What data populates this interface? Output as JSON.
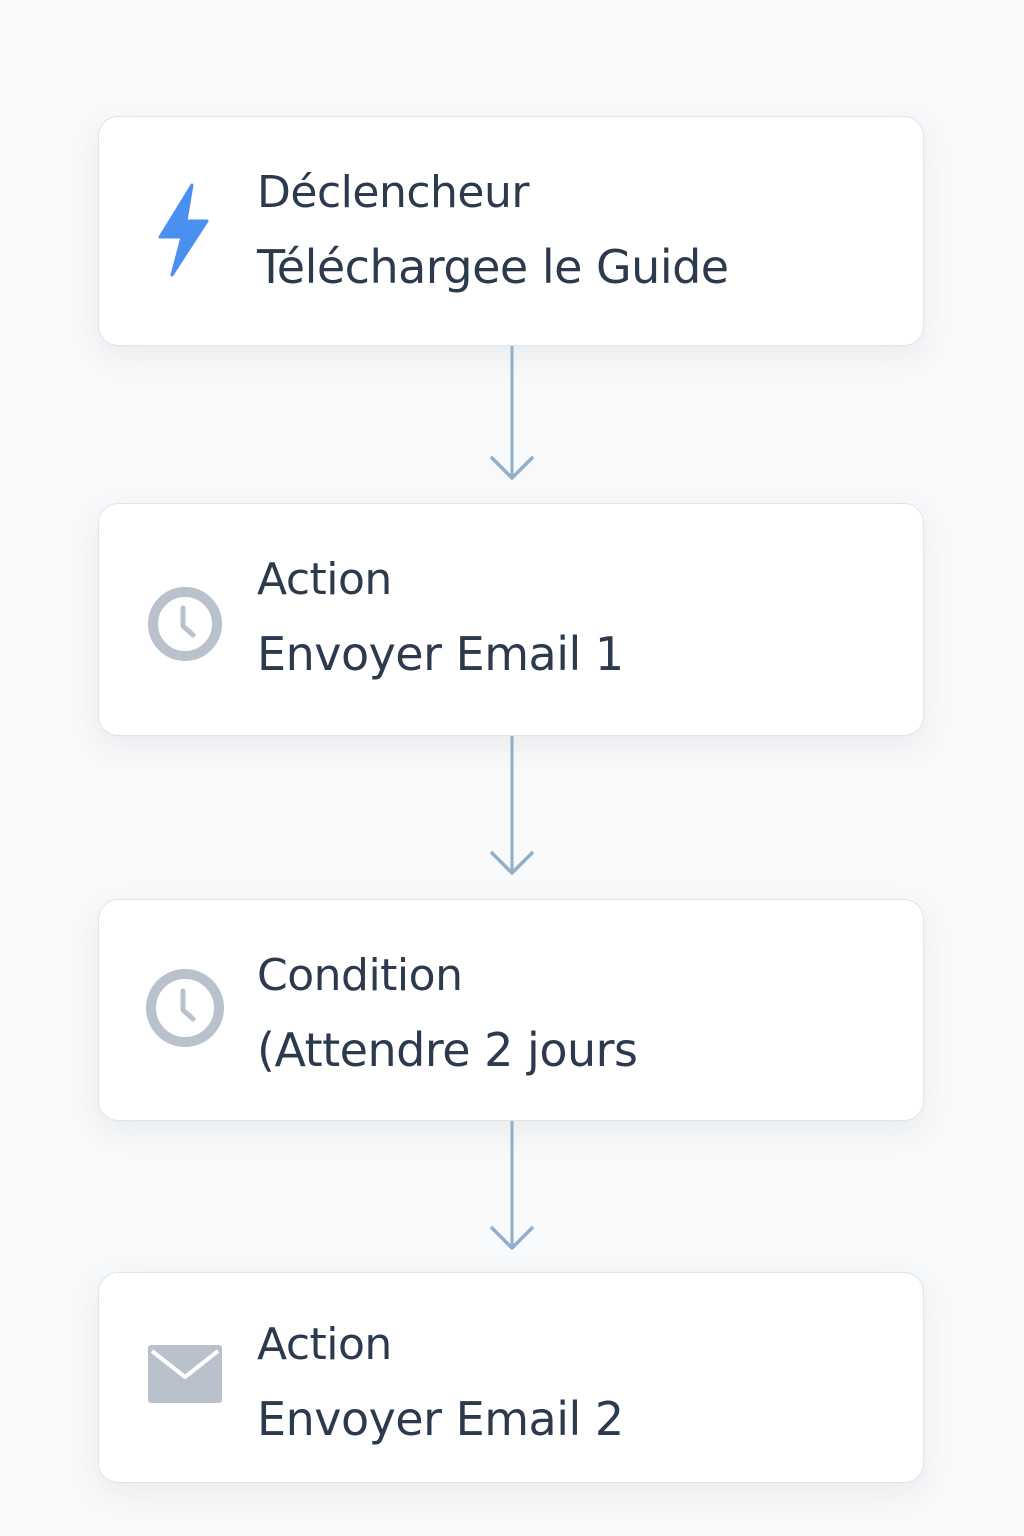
{
  "workflow": {
    "steps": [
      {
        "type": "Déclencheur",
        "label": "Téléchargee le Guide",
        "icon": "lightning-icon"
      },
      {
        "type": "Action",
        "label": "Envoyer Email 1",
        "icon": "clock-icon"
      },
      {
        "type": "Condition",
        "label": "(Attendre 2 jours",
        "icon": "clock-icon"
      },
      {
        "type": "Action",
        "label": "Envoyer Email 2",
        "icon": "mail-icon"
      }
    ]
  },
  "colors": {
    "background": "#f8f9fa",
    "card": "#ffffff",
    "card_border": "#dde5ee",
    "text": "#2b3a4d",
    "trigger_icon": "#4a90f0",
    "muted_icon": "#b9c1cc",
    "connector": "#8fb0cc"
  }
}
